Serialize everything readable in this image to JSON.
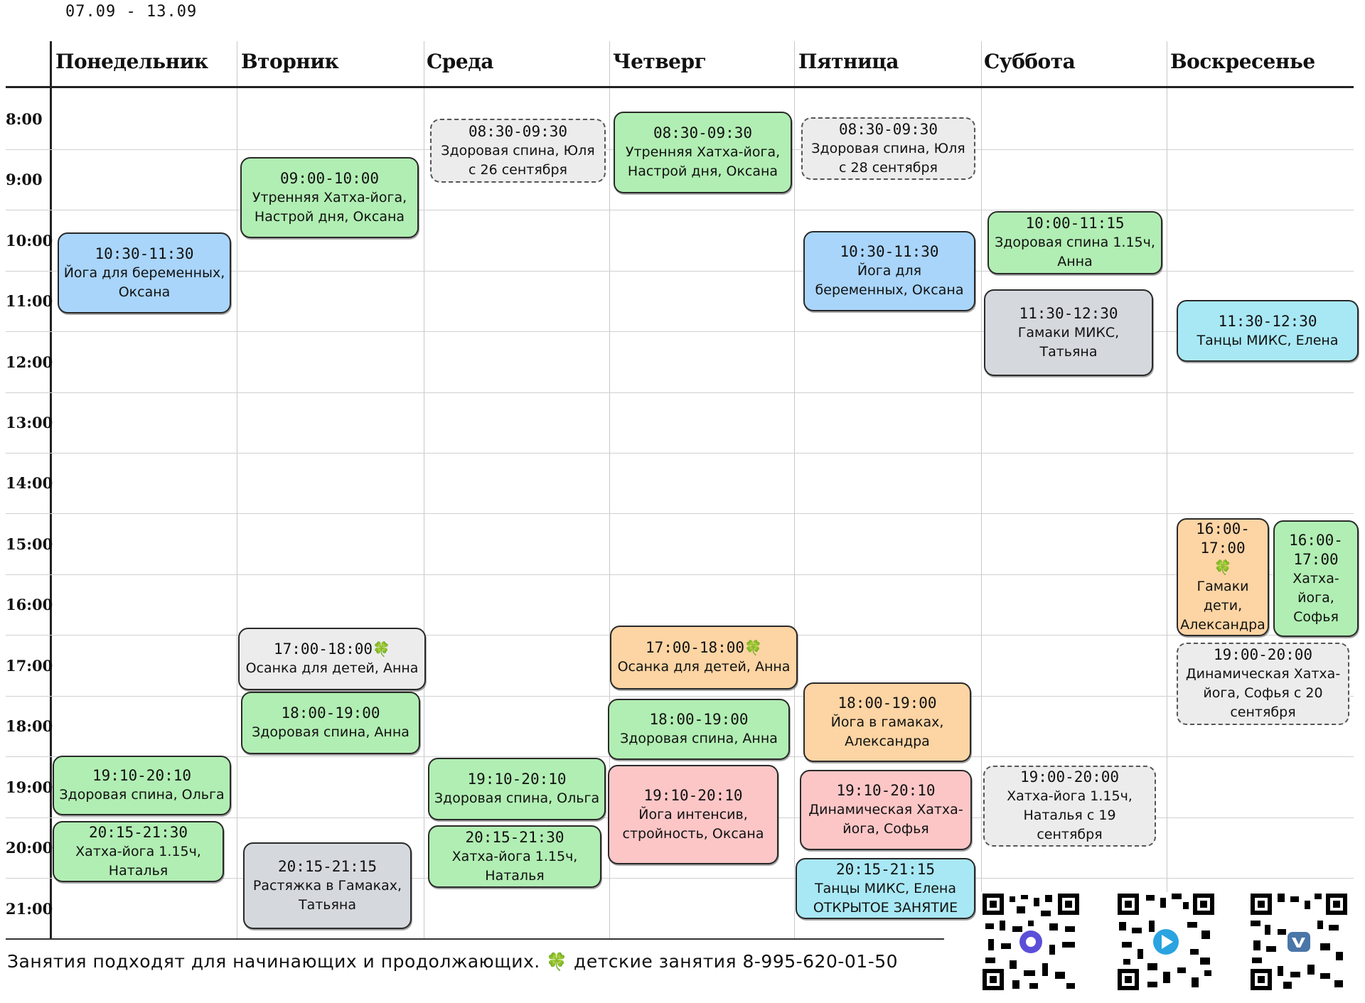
{
  "week": "07.09 - 13.09",
  "days": [
    "Понедельник",
    "Вторник",
    "Среда",
    "Четверг",
    "Пятница",
    "Суббота",
    "Воскресенье"
  ],
  "hours": [
    "8:00",
    "9:00",
    "10:00",
    "11:00",
    "12:00",
    "13:00",
    "14:00",
    "15:00",
    "16:00",
    "17:00",
    "18:00",
    "19:00",
    "20:00",
    "21:00"
  ],
  "events": [
    {
      "time": "10:30-11:30",
      "text": "Йога для беременных, Оксана",
      "color": "#a9d5fb"
    },
    {
      "time": "19:10-20:10",
      "text": "Здоровая спина, Ольга",
      "color": "#b1eeb3"
    },
    {
      "time": "20:15-21:30",
      "text": "Хатха-йога 1.15ч, Наталья",
      "color": "#b1eeb3"
    },
    {
      "time": "09:00-10:00",
      "text": "Утренняя Хатха-йога, Настрой дня, Оксана",
      "color": "#b1eeb3"
    },
    {
      "time": "17:00-18:00",
      "text": "Осанка для детей, Анна",
      "color": "#ececec"
    },
    {
      "time": "18:00-19:00",
      "text": "Здоровая спина, Анна",
      "color": "#b1eeb3"
    },
    {
      "time": "20:15-21:15",
      "text": "Растяжка в Гамаках, Татьяна",
      "color": "#d5d9de"
    },
    {
      "time": "08:30-09:30",
      "text": "Здоровая спина, Юля с 26 сентября",
      "color": "#ececec"
    },
    {
      "time": "19:10-20:10",
      "text": "Здоровая спина, Ольга",
      "color": "#b1eeb3"
    },
    {
      "time": "20:15-21:30",
      "text": "Хатха-йога 1.15ч, Наталья",
      "color": "#b1eeb3"
    },
    {
      "time": "08:30-09:30",
      "text": "Утренняя Хатха-йога, Настрой дня, Оксана",
      "color": "#b1eeb3"
    },
    {
      "time": "17:00-18:00",
      "text": "Осанка для детей, Анна",
      "color": "#fdd4a3"
    },
    {
      "time": "18:00-19:00",
      "text": "Здоровая спина, Анна",
      "color": "#b1eeb3"
    },
    {
      "time": "19:10-20:10",
      "text": "Йога интенсив, стройность, Оксана",
      "color": "#fcc6c7"
    },
    {
      "time": "08:30-09:30",
      "text": "Здоровая спина, Юля с 28 сентября",
      "color": "#ececec"
    },
    {
      "time": "10:30-11:30",
      "text": "Йога для беременных, Оксана",
      "color": "#a9d5fb"
    },
    {
      "time": "18:00-19:00",
      "text": "Йога в гамаках, Александра",
      "color": "#fdd4a3"
    },
    {
      "time": "19:10-20:10",
      "text": "Динамическая Хатха-йога, Софья",
      "color": "#fcc6c7"
    },
    {
      "time": "20:15-21:15",
      "text": "Танцы МИКС, Елена ОТКРЫТОЕ ЗАНЯТИЕ",
      "color": "#a8e8f4"
    },
    {
      "time": "10:00-11:15",
      "text": "Здоровая спина 1.15ч, Анна",
      "color": "#b1eeb3"
    },
    {
      "time": "11:30-12:30",
      "text": "Гамаки МИКС, Татьяна",
      "color": "#d5d9de"
    },
    {
      "time": "19:00-20:00",
      "text": "Хатха-йога 1.15ч, Наталья с 19 сентября",
      "color": "#ececec"
    },
    {
      "time": "11:30-12:30",
      "text": "Танцы МИКС, Елена",
      "color": "#a8e8f4"
    },
    {
      "time": "16:00-17:00",
      "text": "Гамаки дети, Александра",
      "color": "#fdd4a3"
    },
    {
      "time": "16:00-17:00",
      "text": "Хатха-йога, Софья",
      "color": "#b1eeb3"
    },
    {
      "time": "19:00-20:00",
      "text": "Динамическая Хатха-йога, Софья с 20 сентября",
      "color": "#ececec"
    }
  ],
  "clover": "🍀",
  "footer": {
    "text1": "Занятия подходят для начинающих и продолжающих.",
    "text2": "детские занятия 8-995-620-01-50"
  },
  "qr_codes": [
    "qr-code-icon",
    "qr-code-icon",
    "qr-code-icon"
  ]
}
